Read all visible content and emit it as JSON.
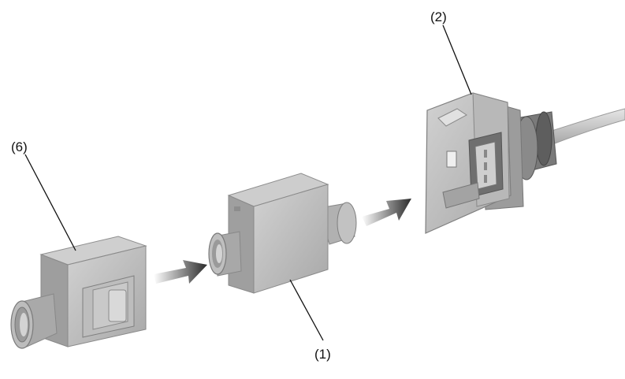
{
  "callouts": {
    "part_6": "(6)",
    "part_1": "(1)",
    "part_2": "(2)"
  },
  "colors": {
    "part_body": "#b3b3b3",
    "part_shadow": "#8c8c8c",
    "part_highlight": "#d6d6d6",
    "arrow": "#3a3a3a",
    "cable": "#c8c8c8"
  },
  "icons": [
    "connector-cap",
    "adapter-module",
    "sensor-socket",
    "assembly-arrow"
  ]
}
